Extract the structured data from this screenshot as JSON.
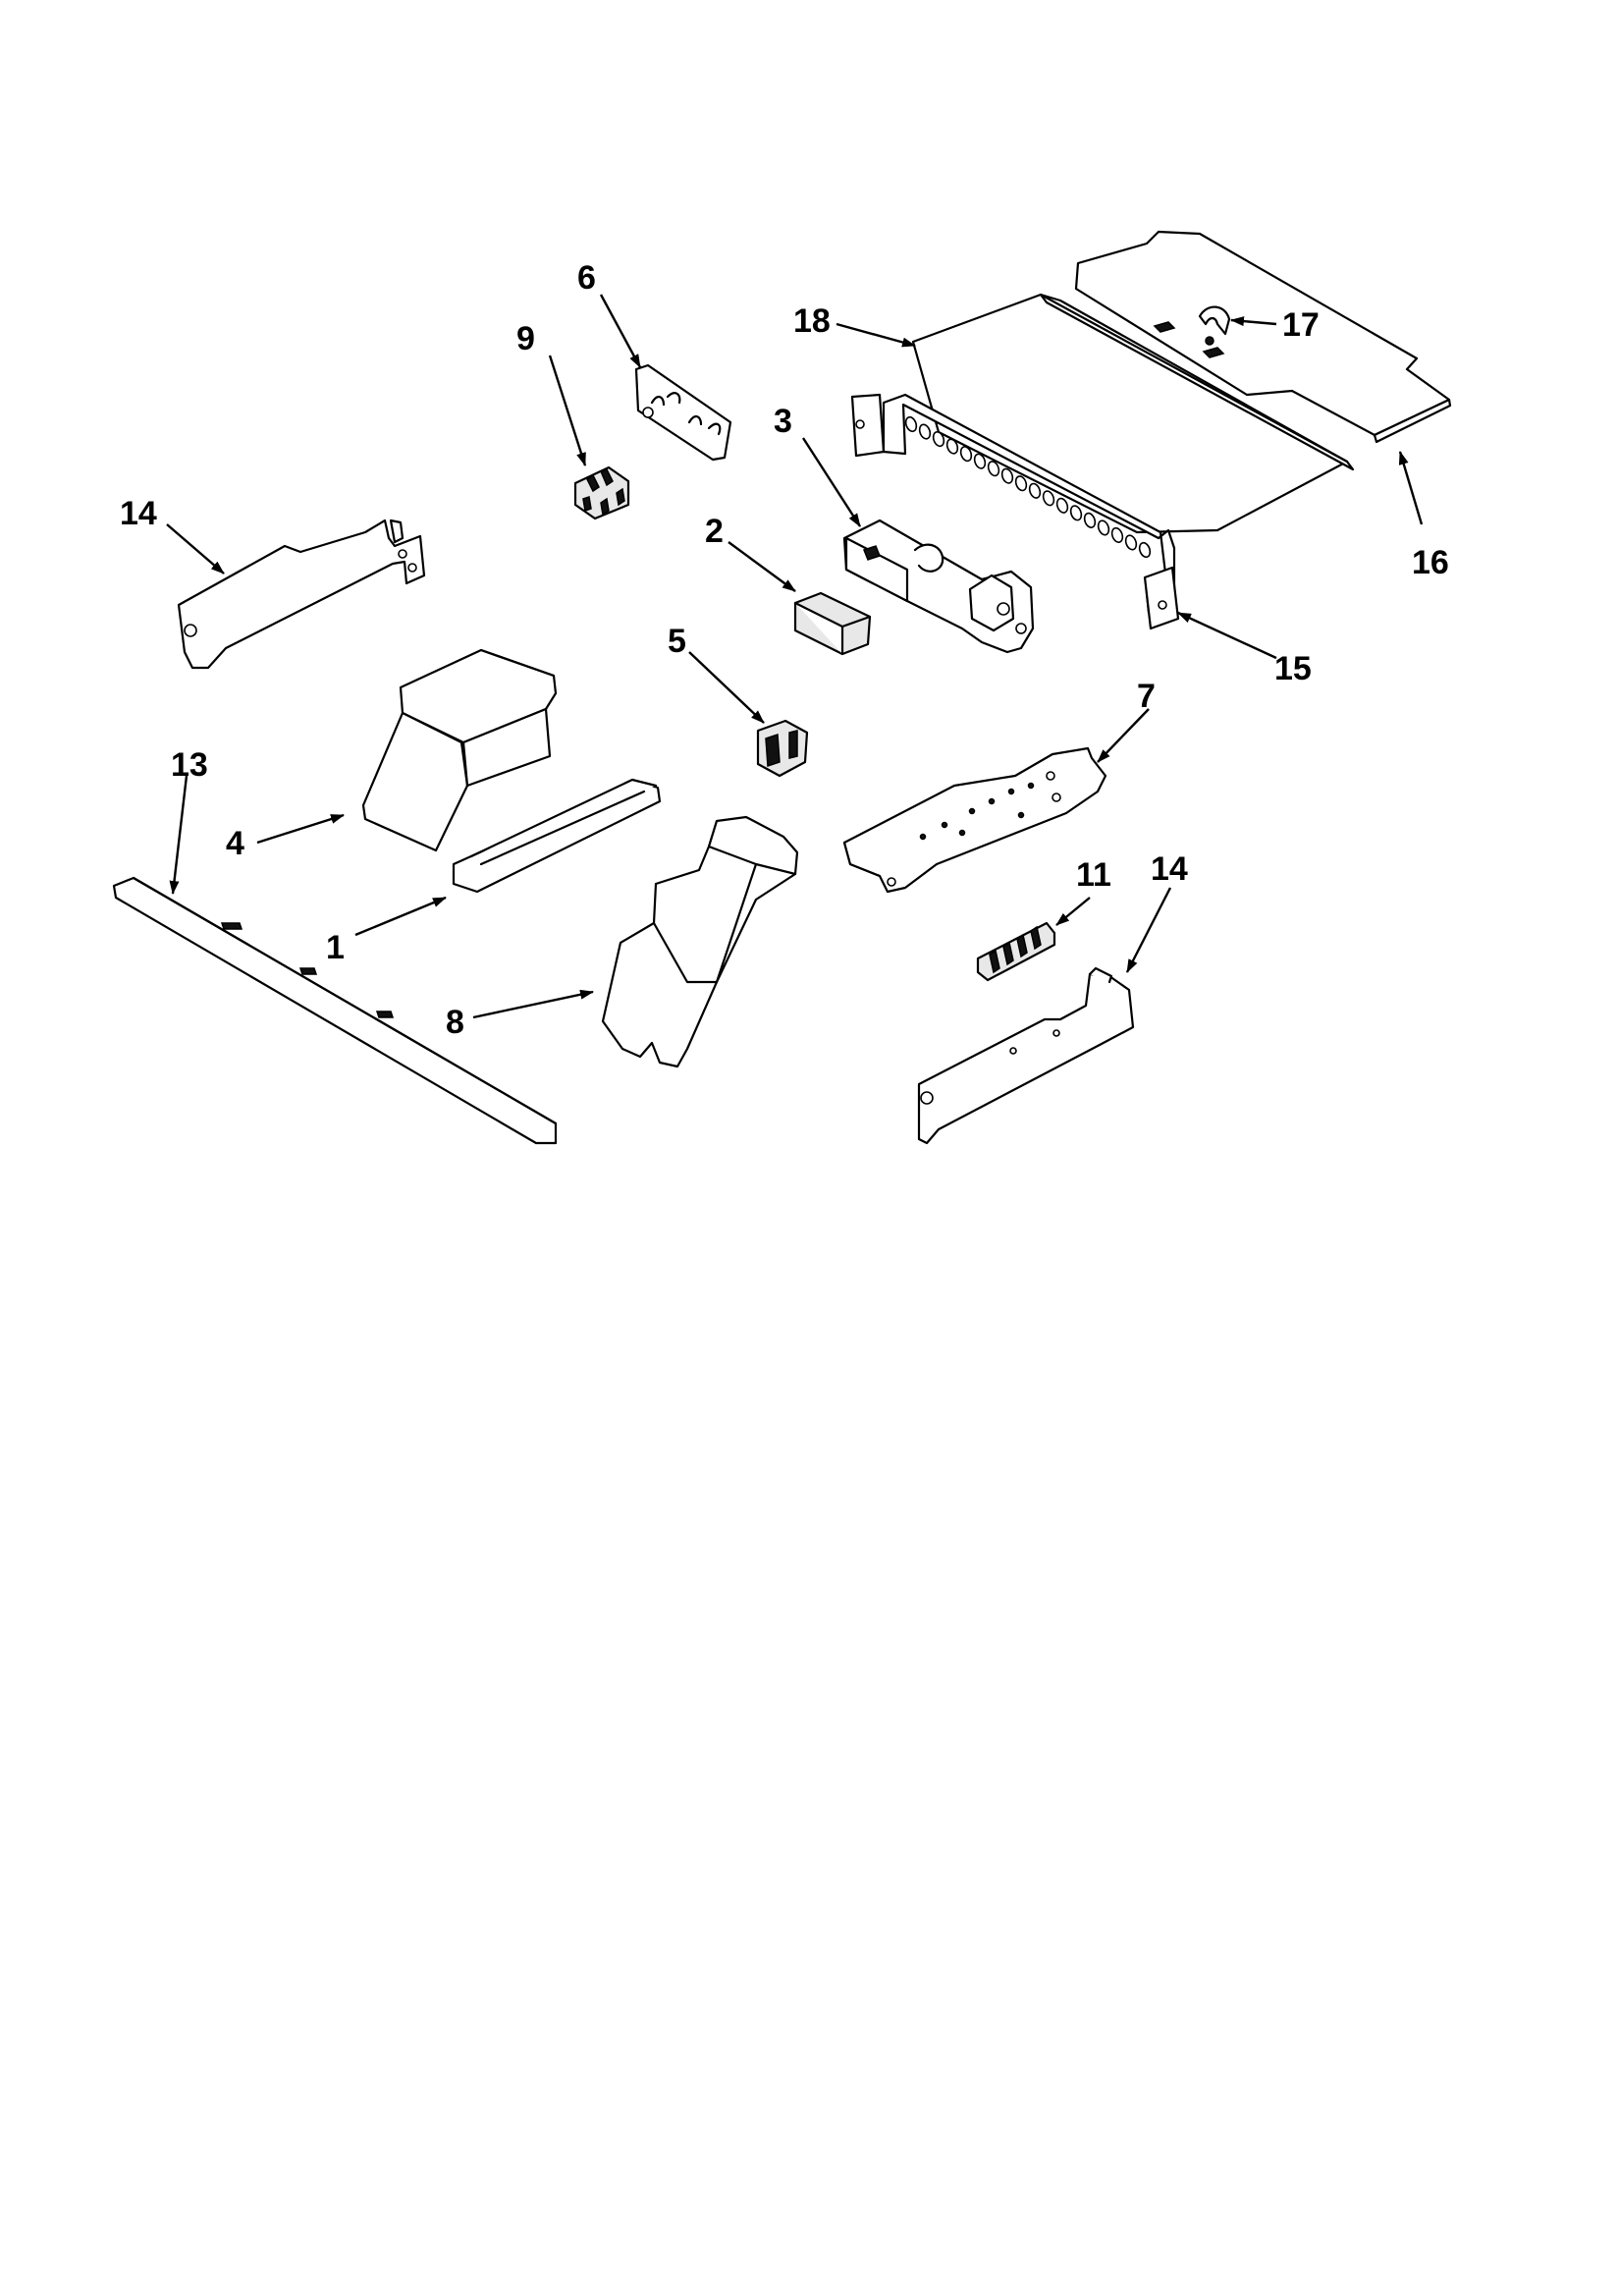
{
  "diagram": {
    "callouts": [
      {
        "id": "c1",
        "label": "1"
      },
      {
        "id": "c2",
        "label": "2"
      },
      {
        "id": "c3",
        "label": "3"
      },
      {
        "id": "c4",
        "label": "4"
      },
      {
        "id": "c5",
        "label": "5"
      },
      {
        "id": "c6",
        "label": "6"
      },
      {
        "id": "c7",
        "label": "7"
      },
      {
        "id": "c8",
        "label": "8"
      },
      {
        "id": "c9",
        "label": "9"
      },
      {
        "id": "c11",
        "label": "11"
      },
      {
        "id": "c13",
        "label": "13"
      },
      {
        "id": "c14a",
        "label": "14"
      },
      {
        "id": "c14b",
        "label": "14"
      },
      {
        "id": "c15",
        "label": "15"
      },
      {
        "id": "c16",
        "label": "16"
      },
      {
        "id": "c17",
        "label": "17"
      },
      {
        "id": "c18",
        "label": "18"
      }
    ]
  }
}
